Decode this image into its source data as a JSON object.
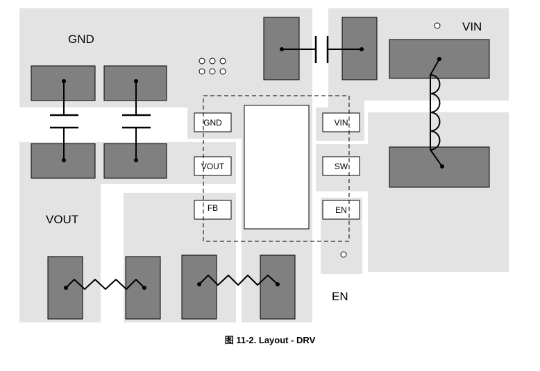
{
  "labels": {
    "gnd": "GND",
    "vout": "VOUT",
    "vin": "VIN",
    "en": "EN"
  },
  "pins": {
    "gnd": "GND",
    "vout": "VOUT",
    "fb": "FB",
    "vin": "VIN",
    "sw": "SW",
    "en": "EN"
  },
  "caption": "图 11-2. Layout - DRV",
  "colors": {
    "plane": "#e3e3e3",
    "pad": "#808080",
    "background": "#ffffff"
  }
}
